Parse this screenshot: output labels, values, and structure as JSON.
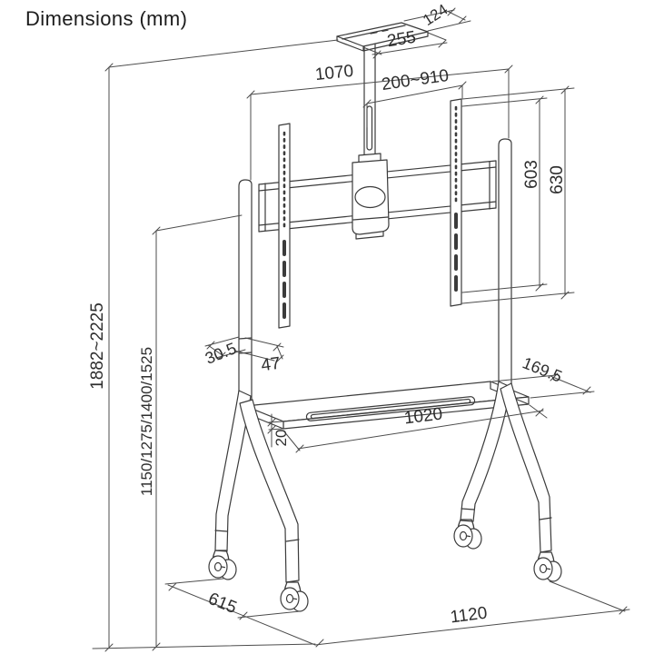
{
  "title": "Dimensions (mm)",
  "drawing": {
    "subject": "mobile TV floor stand with casters and shelf",
    "units": "mm",
    "dims": {
      "top_plate_side": "124",
      "top_plate_front": "255",
      "frame_width": "1070",
      "vesa_width_range": "200~910",
      "vesa_height": "603",
      "bracket_total_height": "630",
      "overall_height_range": "1882~2225",
      "display_center_heights": "1150/1275/1400/1525",
      "column_depth_a": "30.5",
      "column_depth_b": "47",
      "shelf_depth": "169.5",
      "shelf_width": "1020",
      "shelf_thickness": "20",
      "base_depth": "615",
      "base_width": "1120"
    }
  }
}
